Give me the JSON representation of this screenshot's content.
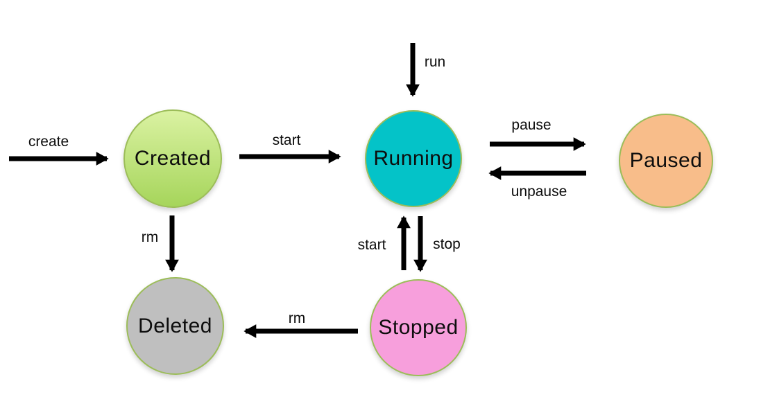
{
  "diagram": {
    "type": "state-diagram",
    "background": "#ffffff",
    "arrow_color": "#000000",
    "text_color": "#0d0d0d",
    "circle_border_color": "#9cbd59",
    "states": [
      {
        "id": "created",
        "label": "Created",
        "fill_top": "#daf2a2",
        "fill_bottom": "#a6d55b",
        "border": "#9cbd59"
      },
      {
        "id": "running",
        "label": "Running",
        "fill_top": "#04c3c8",
        "fill_bottom": "#04c3c8",
        "border": "#9cbd59"
      },
      {
        "id": "paused",
        "label": "Paused",
        "fill_top": "#f8bd8a",
        "fill_bottom": "#f8bd8a",
        "border": "#9cbd59"
      },
      {
        "id": "stopped",
        "label": "Stopped",
        "fill_top": "#f79fdc",
        "fill_bottom": "#f79fdc",
        "border": "#9cbd59"
      },
      {
        "id": "deleted",
        "label": "Deleted",
        "fill_top": "#bfbfbf",
        "fill_bottom": "#bfbfbf",
        "border": "#9cbd59"
      }
    ],
    "transitions": [
      {
        "label": "create",
        "from": "external",
        "to": "created"
      },
      {
        "label": "start",
        "from": "created",
        "to": "running"
      },
      {
        "label": "run",
        "from": "external",
        "to": "running"
      },
      {
        "label": "pause",
        "from": "running",
        "to": "paused"
      },
      {
        "label": "unpause",
        "from": "paused",
        "to": "running"
      },
      {
        "label": "start",
        "from": "stopped",
        "to": "running"
      },
      {
        "label": "stop",
        "from": "running",
        "to": "stopped"
      },
      {
        "label": "rm",
        "from": "created",
        "to": "deleted"
      },
      {
        "label": "rm",
        "from": "stopped",
        "to": "deleted"
      }
    ]
  }
}
